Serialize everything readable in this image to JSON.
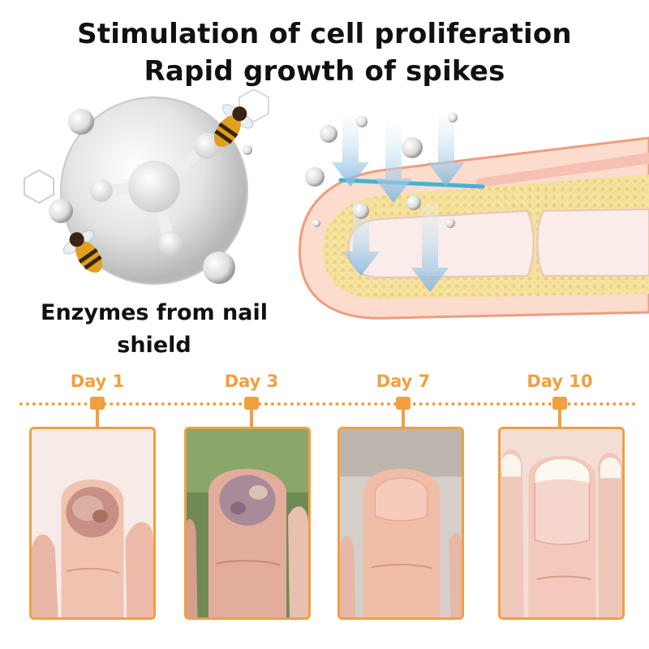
{
  "headline": {
    "line1": "Stimulation of cell proliferation",
    "line2": "Rapid growth of spikes"
  },
  "left_caption": "Enzymes from nail shield",
  "timeline": {
    "color": "#f0a040",
    "days": [
      "Day 1",
      "Day 3",
      "Day 7",
      "Day 10"
    ]
  }
}
